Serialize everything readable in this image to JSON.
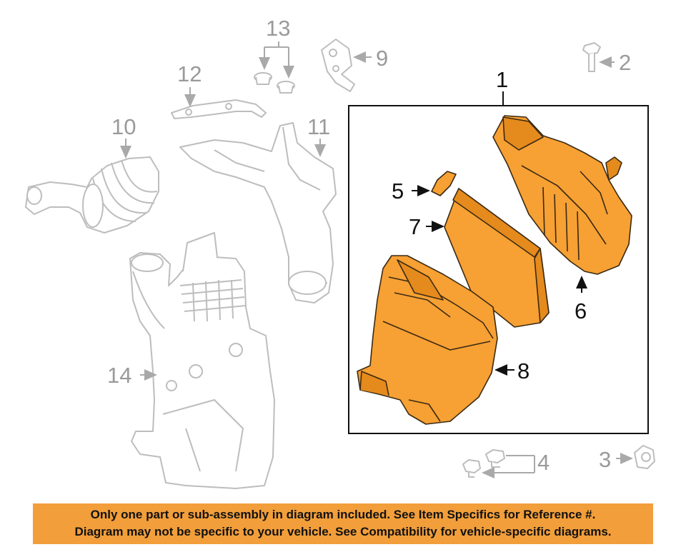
{
  "callouts": {
    "c1": "1",
    "c2": "2",
    "c3": "3",
    "c4": "4",
    "c5": "5",
    "c6": "6",
    "c7": "7",
    "c8": "8",
    "c9": "9",
    "c10": "10",
    "c11": "11",
    "c12": "12",
    "c13": "13",
    "c14": "14"
  },
  "disclaimer": {
    "line1": "Only one part or sub-assembly in diagram included. See Item Specifics for Reference #.",
    "line2": "Diagram may not be specific to your vehicle. See Compatibility for vehicle-specific diagrams."
  },
  "colors": {
    "highlight": "#F7A033",
    "highlight_dark": "#E58A1C",
    "faded_stroke": "#B9B9B9",
    "banner": "#F29E3A"
  }
}
